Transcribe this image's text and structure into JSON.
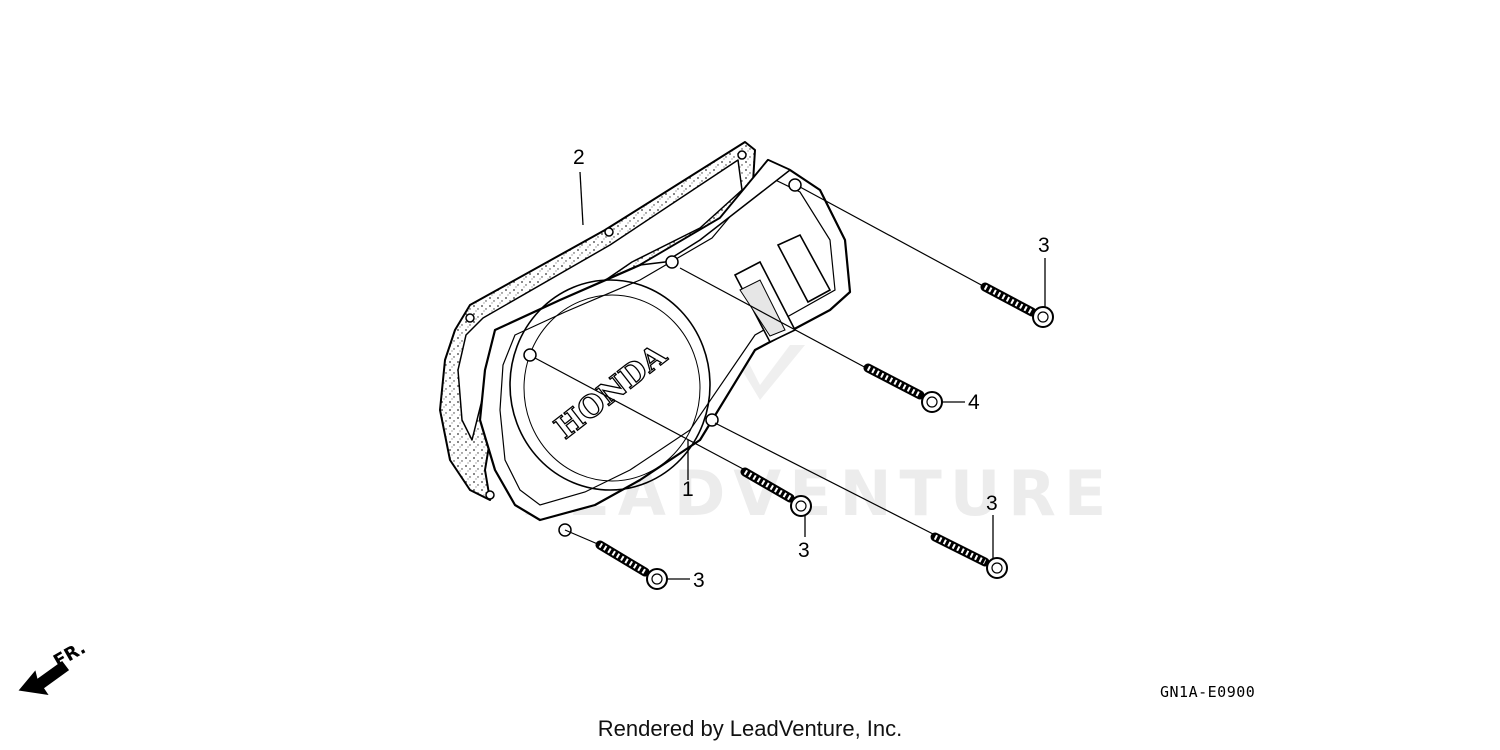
{
  "diagram": {
    "watermark": "LEADVENTURE",
    "brand_on_cover": "HONDA",
    "direction_label": "FR.",
    "code": "GN1A-E0900",
    "callouts": {
      "cover": "1",
      "gasket": "2",
      "bolt_a": "3",
      "bolt_b": "4",
      "bolt_c": "3",
      "bolt_d": "3",
      "bolt_e": "3"
    }
  },
  "footer": {
    "text": "Rendered by LeadVenture, Inc."
  }
}
